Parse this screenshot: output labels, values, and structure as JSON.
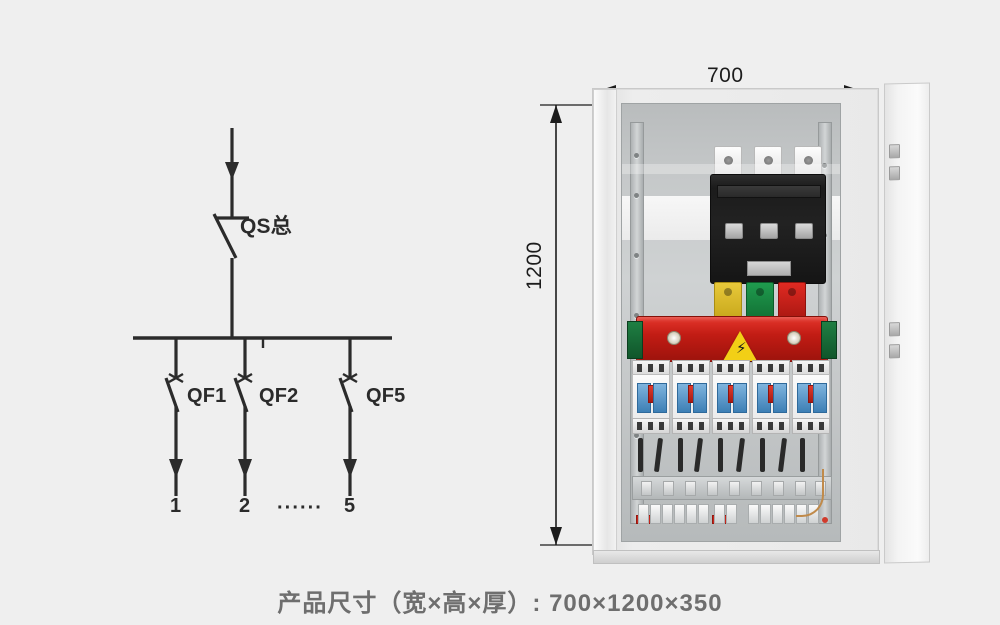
{
  "background_color": "#efefef",
  "schematic": {
    "name": "single-line-diagram",
    "incoming": {
      "label": "",
      "arrow": "down"
    },
    "main_switch": {
      "label": "QS总",
      "type": "disconnector"
    },
    "busbar": {
      "label": ""
    },
    "branches": [
      {
        "breaker_label": "QF1",
        "output_label": "1"
      },
      {
        "breaker_label": "QF2",
        "output_label": "2"
      },
      {
        "breaker_label": "QF5",
        "output_label": "5"
      }
    ],
    "ellipsis": "······",
    "line_color": "#2b2b2b"
  },
  "photo": {
    "name": "distribution-cabinet-photo",
    "dimensions": {
      "width_label": "700",
      "height_label": "1200"
    },
    "components": {
      "main_breaker": "main-circuit-breaker",
      "phase_connectors": [
        "yellow",
        "green",
        "red"
      ],
      "busbar_color": "#c21c14",
      "warning_label": "high-voltage-warning",
      "branch_breaker_groups": 5
    }
  },
  "caption": {
    "text": "产品尺寸（宽×高×厚）: 700×1200×350"
  }
}
